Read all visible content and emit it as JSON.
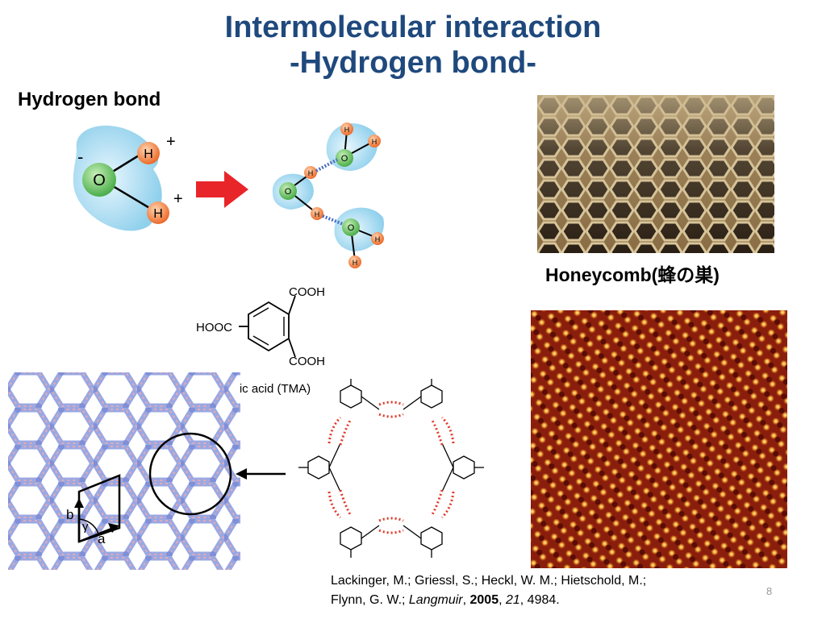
{
  "slide": {
    "title_line1": "Intermolecular interaction",
    "title_line2": "-Hydrogen bond-",
    "section_label": "Hydrogen bond",
    "honeycomb_caption": "Honeycomb(蜂の巣)",
    "page_number": "8"
  },
  "water": {
    "oxygen": "O",
    "hydrogen": "H",
    "plus": "+",
    "minus": "-"
  },
  "tma": {
    "cooh_top": "COOH",
    "cooh_bottom": "COOH",
    "hooc_left": "HOOC",
    "caption": "trimesic acid (TMA)"
  },
  "lattice": {
    "label_a": "a",
    "label_b": "b",
    "label_gamma": "γ"
  },
  "citation": {
    "authors_line1": "Lackinger, M.; Griessl, S.; Heckl, W. M.; Hietschold, M.;",
    "authors_line2": "Flynn, G. W.; ",
    "journal": "Langmuir",
    "sep1": ", ",
    "year": "2005",
    "sep2": ", ",
    "volume": "21",
    "pages": ", 4984."
  },
  "colors": {
    "title": "#1f497d",
    "arrow_red": "#e8262a",
    "oxygen_green": "#6ac46a",
    "hydrogen_orange": "#f07f3c",
    "cloud_blue": "#9dd6ee",
    "hbond_blue": "#4a6ec2",
    "hbond_red": "#e03a2a"
  }
}
